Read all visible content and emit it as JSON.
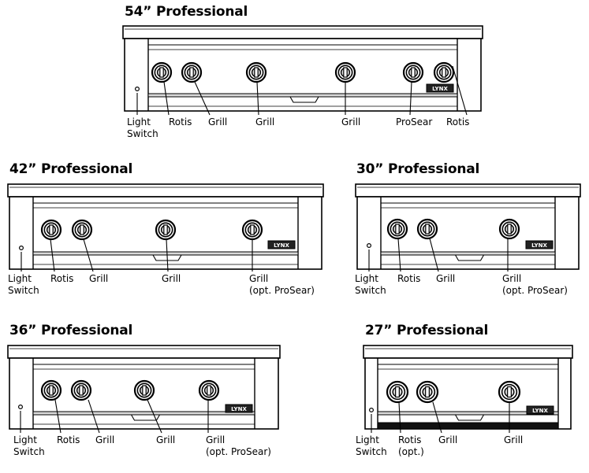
{
  "models": [
    {
      "title": "54” Professional",
      "labels": [
        "Light",
        "Switch",
        "Rotis",
        "Grill",
        "Grill",
        "Grill",
        "ProSear",
        "Rotis"
      ]
    },
    {
      "title": "42” Professional",
      "labels": [
        "Light",
        "Switch",
        "Rotis",
        "Grill",
        "Grill",
        "Grill",
        "(opt. ProSear)"
      ]
    },
    {
      "title": "30” Professional",
      "labels": [
        "Light",
        "Switch",
        "Rotis",
        "Grill",
        "Grill",
        "(opt. ProSear)"
      ]
    },
    {
      "title": "36” Professional",
      "labels": [
        "Light",
        "Switch",
        "Rotis",
        "Grill",
        "Grill",
        "Grill",
        "(opt. ProSear)"
      ]
    },
    {
      "title": "27” Professional",
      "labels": [
        "Light",
        "Switch",
        "Rotis",
        "(opt.)",
        "Grill",
        "Grill"
      ]
    }
  ],
  "brand_logo_text": "LYNX",
  "colors": {
    "line": "#000000",
    "panel": "#ffffff",
    "shade": "#d9d9d9"
  }
}
